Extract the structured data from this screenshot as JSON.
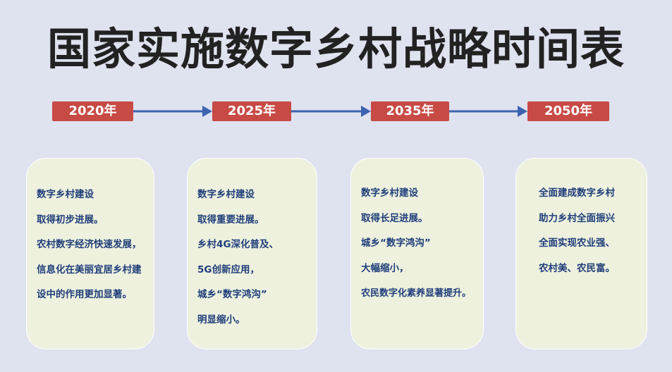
{
  "title": "国家实施数字乡村战略时间表",
  "timeline": [
    {
      "year": "2020年",
      "lines": [
        "数字乡村建设",
        "取得初步进展。",
        "农村数字经济快速发展，",
        "信息化在美丽宜居乡村建",
        "设中的作用更加显著。"
      ]
    },
    {
      "year": "2025年",
      "lines": [
        "数字乡村建设",
        "取得重要进展。",
        "乡村4G深化普及、",
        "5G创新应用，",
        "城乡“数字鸿沟”",
        "明显缩小。"
      ]
    },
    {
      "year": "2035年",
      "lines": [
        "数字乡村建设",
        "取得长足进展。",
        "城乡“数字鸿沟”",
        "大幅缩小，",
        "农民数字化素养显著提升。"
      ]
    },
    {
      "year": "2050年",
      "lines": [
        "全面建成数字乡村",
        "助力乡村全面振兴",
        "全面实现农业强、",
        "农村美、农民富。"
      ]
    }
  ],
  "colors": {
    "year_badge": "#c74a45",
    "arrow": "#3c63b0",
    "card_bg": "#edf1de",
    "card_text": "#1f3d7a",
    "background": "#dfe2ef"
  }
}
